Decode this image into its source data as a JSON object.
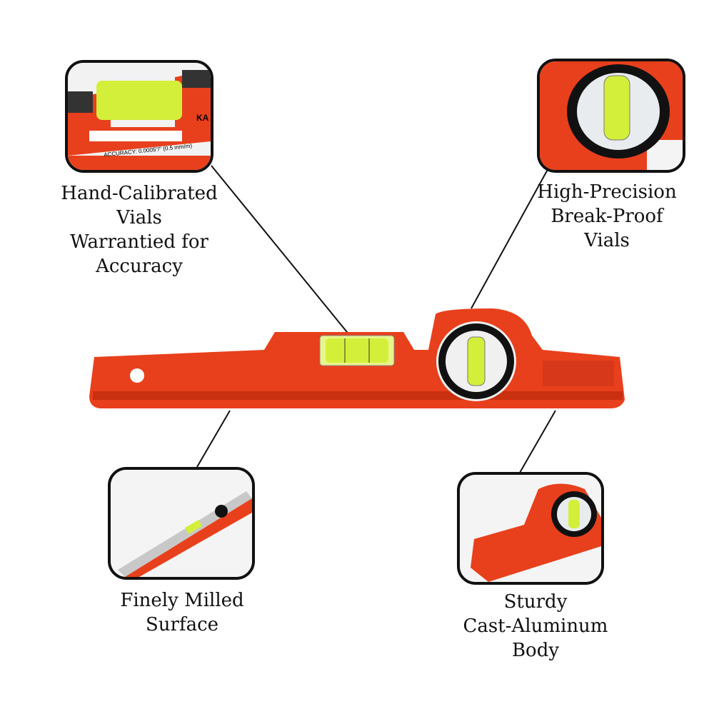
{
  "callouts": [
    {
      "lines": [
        "Hand-Calibrated",
        "Vials",
        "Warrantied for",
        "Accuracy"
      ]
    },
    {
      "lines": [
        "High-Precision",
        "Break-Proof",
        "Vials"
      ]
    },
    {
      "lines": [
        "Finely Milled",
        "Surface"
      ]
    },
    {
      "lines": [
        "Sturdy",
        "Cast-Aluminum",
        "Body"
      ]
    }
  ],
  "inset_text": {
    "accuracy": "ACCURACY: 0.0005\"/\" (0.5 mm/m)",
    "logo": "KA"
  },
  "colors": {
    "body": "#e8401c",
    "vial": "#d8f24a",
    "outline": "#111111"
  }
}
